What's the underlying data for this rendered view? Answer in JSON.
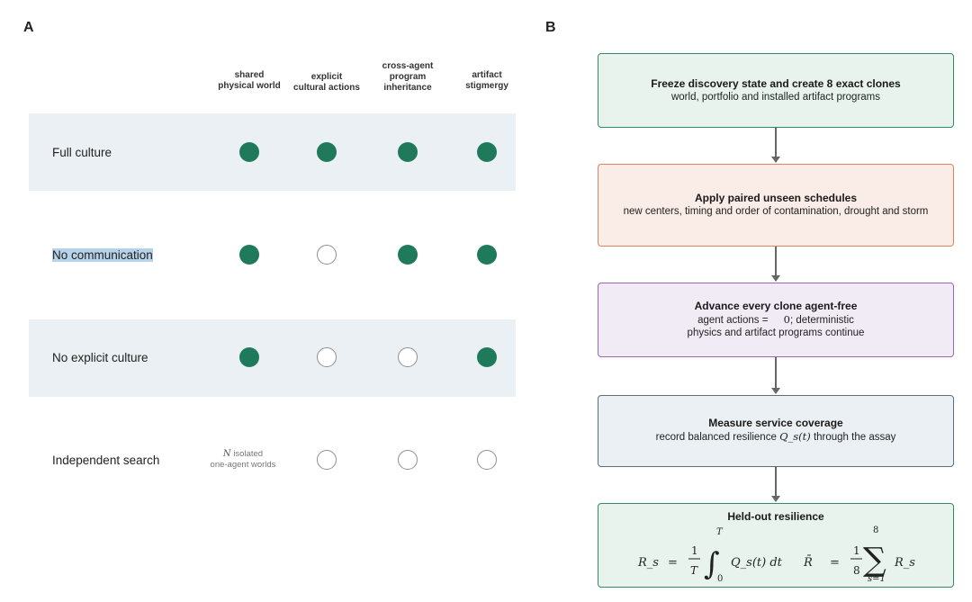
{
  "panel_a": {
    "letter": "A",
    "columns": [
      {
        "line1": "shared",
        "line2": "physical world"
      },
      {
        "line1": "explicit",
        "line2": "cultural actions"
      },
      {
        "line1": "cross-agent",
        "line2": "program",
        "line3": "inheritance"
      },
      {
        "line1": "artifact",
        "line2": "stigmergy"
      }
    ],
    "rows": [
      {
        "label": "Full culture",
        "states": [
          "filled",
          "filled",
          "filled",
          "filled"
        ]
      },
      {
        "label": "No communication",
        "states": [
          "filled",
          "empty",
          "filled",
          "filled"
        ],
        "selected": true
      },
      {
        "label": "No explicit culture",
        "states": [
          "filled",
          "empty",
          "empty",
          "filled"
        ]
      },
      {
        "label": "Independent search",
        "states": [
          "note",
          "empty",
          "empty",
          "empty"
        ],
        "note_symbol": "N",
        "note_line1": "isolated",
        "note_line2": "one-agent worlds"
      }
    ],
    "colors": {
      "filled": "#1e7a5a",
      "empty_stroke": "#8e8e8e",
      "band": "#eaf0f3",
      "selection": "#b6d3ea"
    }
  },
  "panel_b": {
    "letter": "B",
    "steps": [
      {
        "title": "Freeze discovery state and create 8 exact clones",
        "body": "world, portfolio and installed artifact programs",
        "color": "green"
      },
      {
        "title": "Apply paired unseen schedules",
        "body": "new centers, timing and order of contamination, drought and storm",
        "color": "orange"
      },
      {
        "title": "Advance every clone agent-free",
        "body_line1_pre": "agent actions =",
        "body_line1_val": "0",
        "body_line1_post": "; deterministic",
        "body_line2": "physics and artifact programs continue",
        "color": "purple"
      },
      {
        "title": "Measure service coverage",
        "body_pre": "record balanced resilience",
        "body_math": "Q_s(t)",
        "body_post": "through the assay",
        "color": "gray"
      },
      {
        "title": "Held-out resilience",
        "color": "green",
        "formula": {
          "lhs1": "R_s",
          "frac1_num": "1",
          "frac1_den": "T",
          "int_upper": "T",
          "int_lower": "0",
          "integrand": "Q_s(t) dt",
          "lhs2": "R̄",
          "frac2_num": "1",
          "frac2_den": "8",
          "sum_upper": "8",
          "sum_lower": "s=1",
          "summand": "R_s"
        }
      }
    ],
    "colors": {
      "green": "#2f8c67",
      "orange": "#d98560",
      "purple": "#9a68b8",
      "gray": "#5e6f7c",
      "arrow": "#666666"
    }
  }
}
